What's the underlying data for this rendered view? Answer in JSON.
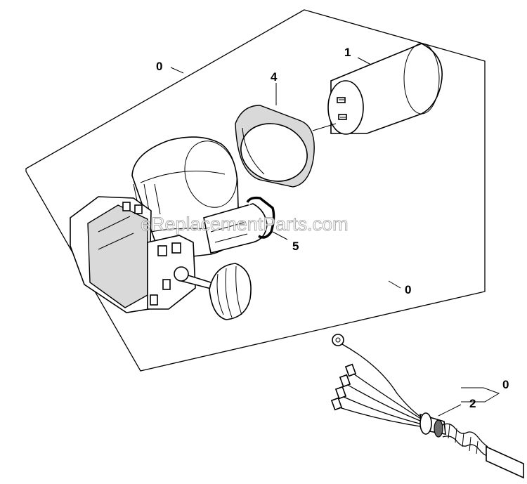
{
  "callouts": {
    "assembly_top": "0",
    "assembly_mid": "0",
    "assembly_cord": "0",
    "capacitor": "1",
    "power_cord": "2",
    "band": "4",
    "gasket": "5"
  },
  "watermark": "eReplacementParts.com",
  "parts": [
    {
      "icon": "capacitor-icon"
    },
    {
      "icon": "power-cord-icon"
    },
    {
      "icon": "mounting-band-icon"
    },
    {
      "icon": "gasket-icon"
    },
    {
      "icon": "motor-assembly-icon"
    }
  ]
}
